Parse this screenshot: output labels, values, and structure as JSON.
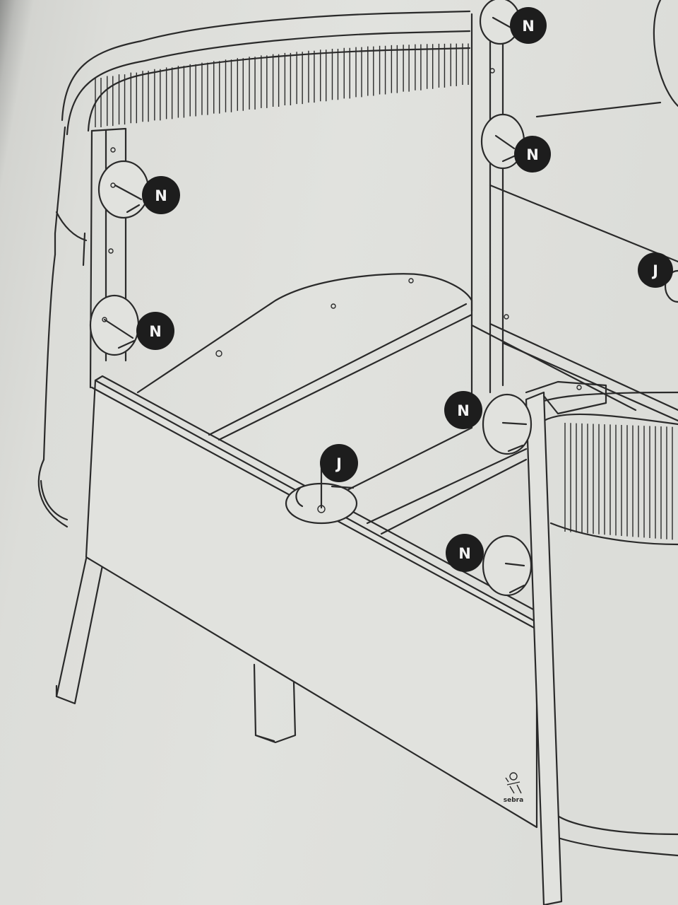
{
  "labels": {
    "n": "N",
    "j": "J"
  },
  "brand": {
    "name": "sebra"
  },
  "colors": {
    "paper": "#e1e2de",
    "ink": "#2a2a2a",
    "label_fill": "#1d1d1d"
  }
}
